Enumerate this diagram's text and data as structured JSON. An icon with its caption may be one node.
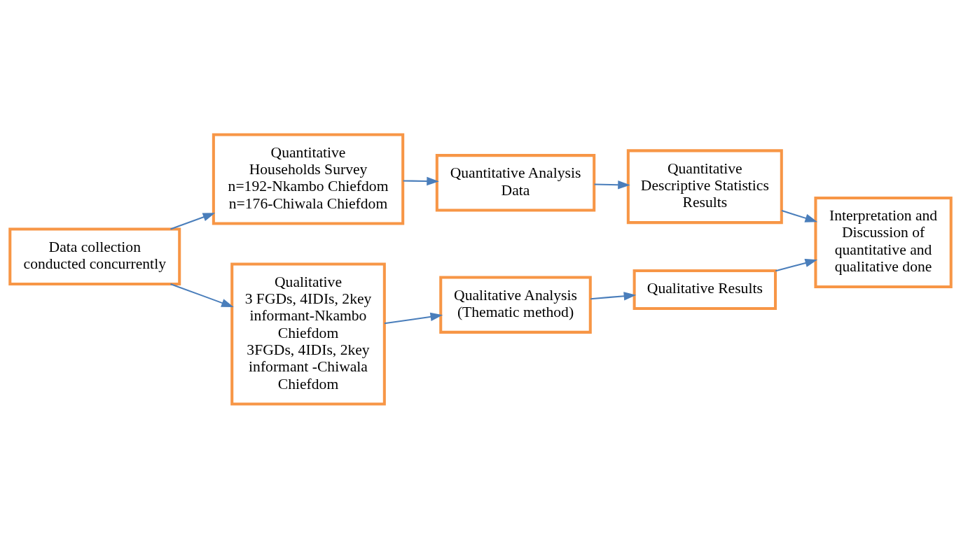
{
  "diagram": {
    "nodes": [
      {
        "text": [
          "Data collection conducted concurrently"
        ]
      },
      {
        "text": [
          "Quantitative Households Survey",
          "n=192-Nkambo Chiefdom",
          "n=176-Chiwala Chiefdom"
        ]
      },
      {
        "text": [
          "Quantitative Analysis Data"
        ]
      },
      {
        "text": [
          "Quantitative Descriptive Statistics Results"
        ]
      },
      {
        "text": [
          "Interpretation and Discussion of quantitative and qualitative done"
        ]
      },
      {
        "text": [
          "Qualitative",
          "3 FGDs, 4IDIs, 2key informant-Nkambo Chiefdom",
          "3FGDs, 4IDIs, 2key informant -Chiwala Chiefdom"
        ]
      },
      {
        "text": [
          "Qualitative Analysis (Thematic method)"
        ]
      },
      {
        "text": [
          "Qualitative Results"
        ]
      }
    ],
    "edges": [
      {
        "from": 0,
        "to": 1,
        "arrow": "to"
      },
      {
        "from": 0,
        "to": 5,
        "arrow": "to"
      },
      {
        "from": 1,
        "to": 2,
        "arrow": "to"
      },
      {
        "from": 2,
        "to": 3,
        "arrow": "to"
      },
      {
        "from": 3,
        "to": 4,
        "arrow": "to"
      },
      {
        "from": 5,
        "to": 6,
        "arrow": "to"
      },
      {
        "from": 6,
        "to": 7,
        "arrow": "to"
      },
      {
        "from": 7,
        "to": 4,
        "arrow": "to"
      }
    ]
  }
}
